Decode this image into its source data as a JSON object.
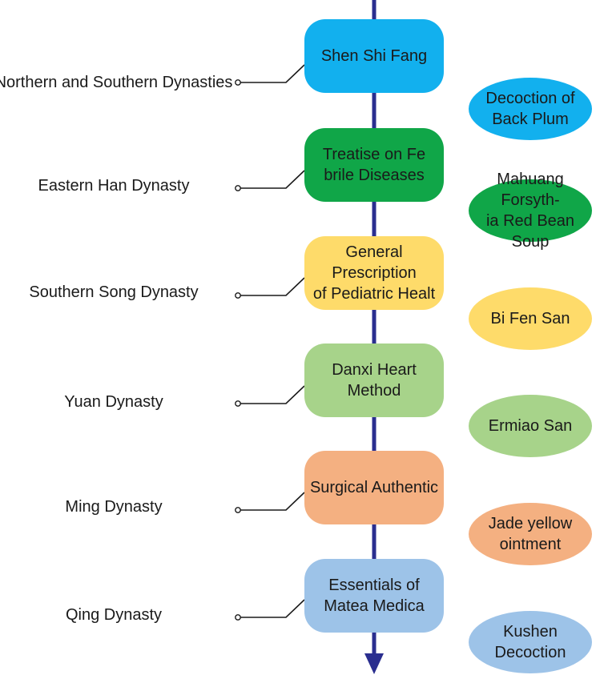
{
  "timeline": [
    {
      "era": "Northern and Southern Dynasties",
      "book": "Shen Shi Fang",
      "prescription": "Decoction of\nBack Plum",
      "color": "#12b0ee"
    },
    {
      "era": "Eastern Han Dynasty",
      "book": "Treatise on Fe\nbrile Diseases",
      "prescription": "Mahuang Forsyth-\nia Red Bean Soup",
      "color": "#10a648"
    },
    {
      "era": "Southern Song Dynasty",
      "book": "General Prescription\nof Pediatric Healt",
      "prescription": "Bi Fen San",
      "color": "#fedb6a"
    },
    {
      "era": "Yuan Dynasty",
      "book": "Danxi Heart Method",
      "prescription": "Ermiao San",
      "color": "#a7d38a"
    },
    {
      "era": "Ming Dynasty",
      "book": "Surgical Authentic",
      "prescription": "Jade yellow\nointment",
      "color": "#f4b081"
    },
    {
      "era": "Qing Dynasty",
      "book": "Essentials of\nMatea Medica",
      "prescription": "Kushen\nDecoction",
      "color": "#9dc3e8"
    }
  ],
  "colors": {
    "axis": "#2a2e8f",
    "connector": "#1a1a1a"
  }
}
